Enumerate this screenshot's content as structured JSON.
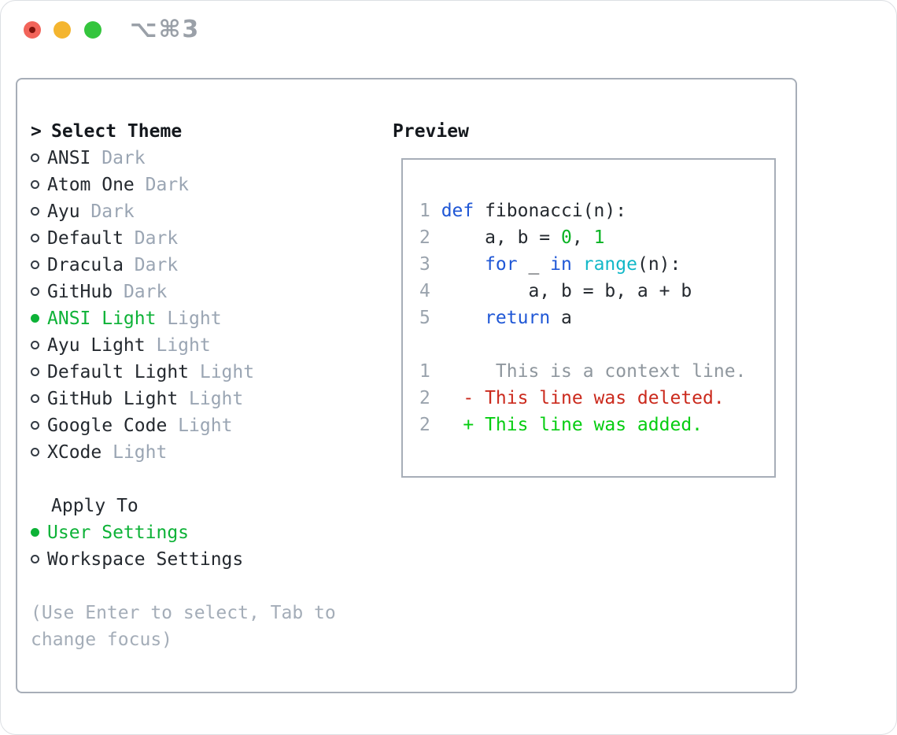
{
  "colors": {
    "text": "#24292f",
    "muted": "#9aa5b3",
    "help": "#a4adb8",
    "border": "#a7aeb8",
    "green": "#0db237",
    "added": "#06cd11",
    "deleted": "#cb2a1d",
    "keyword": "#1f57d6",
    "function": "#12b8c8",
    "number": "#09b323",
    "lineno": "#9aa3ad",
    "context": "#8f979e",
    "shortcut": "#9aa0a8",
    "light_red": "#f2645a",
    "light_red_dot": "#7e120b",
    "light_yellow": "#f4b52f",
    "light_green": "#34c53d"
  },
  "window": {
    "shortcut": "⌥⌘3"
  },
  "theme_panel": {
    "title_prefix": ">",
    "title": "Select Theme",
    "items": [
      {
        "name": "ANSI",
        "variant": "Dark",
        "selected": false
      },
      {
        "name": "Atom One",
        "variant": "Dark",
        "selected": false
      },
      {
        "name": "Ayu",
        "variant": "Dark",
        "selected": false
      },
      {
        "name": "Default",
        "variant": "Dark",
        "selected": false
      },
      {
        "name": "Dracula",
        "variant": "Dark",
        "selected": false
      },
      {
        "name": "GitHub",
        "variant": "Dark",
        "selected": false
      },
      {
        "name": "ANSI Light",
        "variant": "Light",
        "selected": true
      },
      {
        "name": "Ayu Light",
        "variant": "Light",
        "selected": false
      },
      {
        "name": "Default Light",
        "variant": "Light",
        "selected": false
      },
      {
        "name": "GitHub Light",
        "variant": "Light",
        "selected": false
      },
      {
        "name": "Google Code",
        "variant": "Light",
        "selected": false
      },
      {
        "name": "XCode",
        "variant": "Light",
        "selected": false
      }
    ],
    "apply_title": "Apply To",
    "apply_options": [
      {
        "label": "User Settings",
        "selected": true
      },
      {
        "label": "Workspace Settings",
        "selected": false
      }
    ],
    "help_line1": "(Use Enter to select, Tab to",
    "help_line2": "change focus)"
  },
  "preview": {
    "title": "Preview",
    "lines": [
      {
        "no": "1",
        "segments": [
          {
            "text": "def",
            "cls": "kw"
          },
          {
            "text": " fibonacci(n):",
            "cls": "fg"
          }
        ]
      },
      {
        "no": "2",
        "segments": [
          {
            "text": "    a, b = ",
            "cls": "fg"
          },
          {
            "text": "0",
            "cls": "num"
          },
          {
            "text": ", ",
            "cls": "fg"
          },
          {
            "text": "1",
            "cls": "num"
          }
        ]
      },
      {
        "no": "3",
        "segments": [
          {
            "text": "    ",
            "cls": "fg"
          },
          {
            "text": "for",
            "cls": "kw"
          },
          {
            "text": " _ ",
            "cls": "fg"
          },
          {
            "text": "in",
            "cls": "kw"
          },
          {
            "text": " ",
            "cls": "fg"
          },
          {
            "text": "range",
            "cls": "fn"
          },
          {
            "text": "(n):",
            "cls": "fg"
          }
        ]
      },
      {
        "no": "4",
        "segments": [
          {
            "text": "        a, b = b, a + b",
            "cls": "fg"
          }
        ]
      },
      {
        "no": "5",
        "segments": [
          {
            "text": "    ",
            "cls": "fg"
          },
          {
            "text": "return",
            "cls": "kw"
          },
          {
            "text": " a",
            "cls": "fg"
          }
        ]
      },
      {
        "no": "",
        "segments": []
      },
      {
        "no": "1",
        "segments": [
          {
            "text": "     This is a context line.",
            "cls": "ctx"
          }
        ]
      },
      {
        "no": "2",
        "segments": [
          {
            "text": "  - This line was deleted.",
            "cls": "del"
          }
        ]
      },
      {
        "no": "2",
        "segments": [
          {
            "text": "  + This line was added.",
            "cls": "add"
          }
        ]
      }
    ]
  }
}
